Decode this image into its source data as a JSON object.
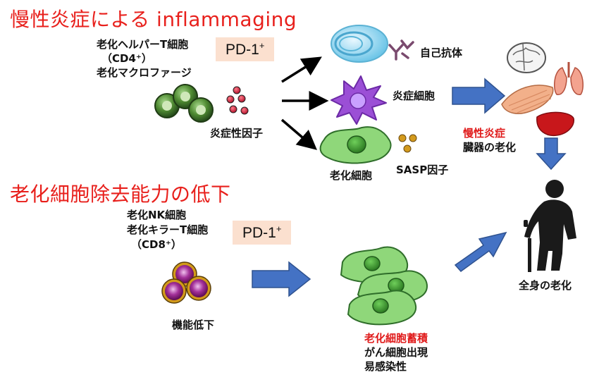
{
  "section1": {
    "title": "慢性炎症による inflammaging",
    "cells_label_line1": "老化ヘルパーT細胞",
    "cells_label_line2": "（CD4⁺）",
    "cells_label_line3": "老化マクロファージ",
    "pd1_label": "PD-1",
    "pd1_sup": "+",
    "factor_label": "炎症性因子",
    "autoantibody_label": "自己抗体",
    "inflammatory_cell_label": "炎症細胞",
    "senescent_cell_label": "老化細胞",
    "sasp_label": "SASP因子",
    "organ_label_red": "慢性炎症",
    "organ_label_black": "臓器の老化"
  },
  "section2": {
    "title": "老化細胞除去能力の低下",
    "cells_label_line1": "老化NK細胞",
    "cells_label_line2": "老化キラーT細胞",
    "cells_label_line3": "（CD8⁺）",
    "pd1_label": "PD-1",
    "pd1_sup": "+",
    "dysfunction_label": "機能低下",
    "accumulation_label_red": "老化細胞蓄積",
    "accumulation_line2": "がん細胞出現",
    "accumulation_line3": "易感染性"
  },
  "outcome": {
    "label": "全身の老化"
  },
  "colors": {
    "title_red": "#e8201c",
    "arrow_blue": "#4472c4",
    "pd1_bg": "#fbe0cf",
    "green_cell": "#7fd17a",
    "purple_cell": "#9b4fd6",
    "lymph_green": "#3a6e2a",
    "nk_purple": "#7a1466",
    "nk_ring": "#d29a1a"
  }
}
